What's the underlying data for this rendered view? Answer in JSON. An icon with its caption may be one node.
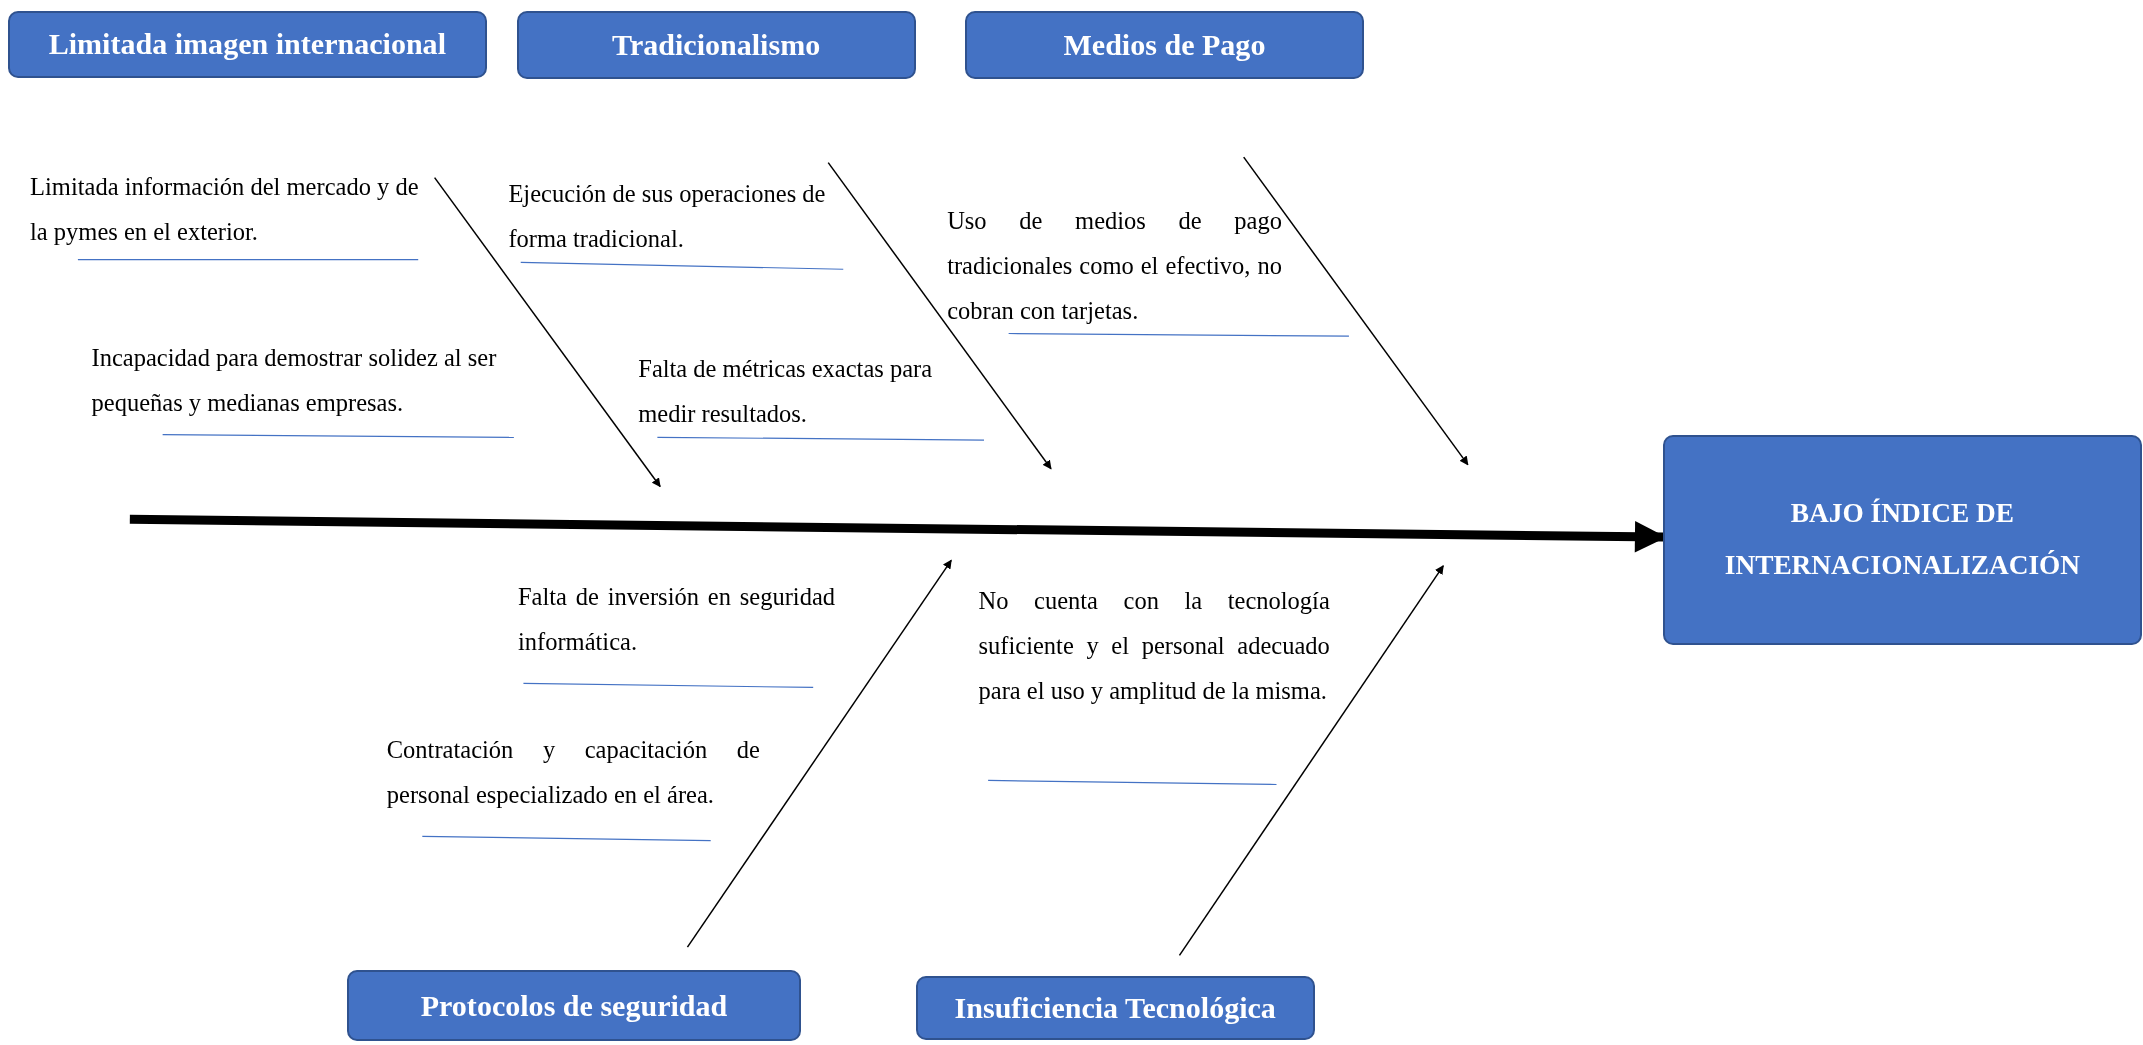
{
  "diagram": {
    "nodes": [
      {
        "text": [
          "Limitada imagen internacional"
        ]
      },
      {
        "text": [
          "Tradicionalismo"
        ]
      },
      {
        "text": [
          "Medios de Pago"
        ]
      },
      {
        "text": [
          "BAJO ÍNDICE DE INTERNACIONALIZACIÓN"
        ]
      },
      {
        "text": [
          "Protocolos de seguridad"
        ]
      },
      {
        "text": [
          "Insuficiencia Tecnológica"
        ]
      }
    ],
    "edges": [
      {
        "from": null,
        "to": 3,
        "arrow": "to"
      }
    ],
    "labels": [
      "Limitada información del mercado y de la pymes en el exterior.",
      "Ejecución de sus operaciones de forma tradicional.",
      "Uso de medios de pago tradicionales como el efectivo, no cobran con tarjetas.",
      "Incapacidad para demostrar solidez al ser pequeñas y medianas empresas.",
      "Falta de métricas exactas para medir resultados.",
      "Falta de inversión en seguridad informática.",
      "No cuenta con la tecnología suficiente y el personal adecuado para el uso y amplitud de la misma.",
      "Contratación y capacitación de personal especializado en el área."
    ]
  }
}
